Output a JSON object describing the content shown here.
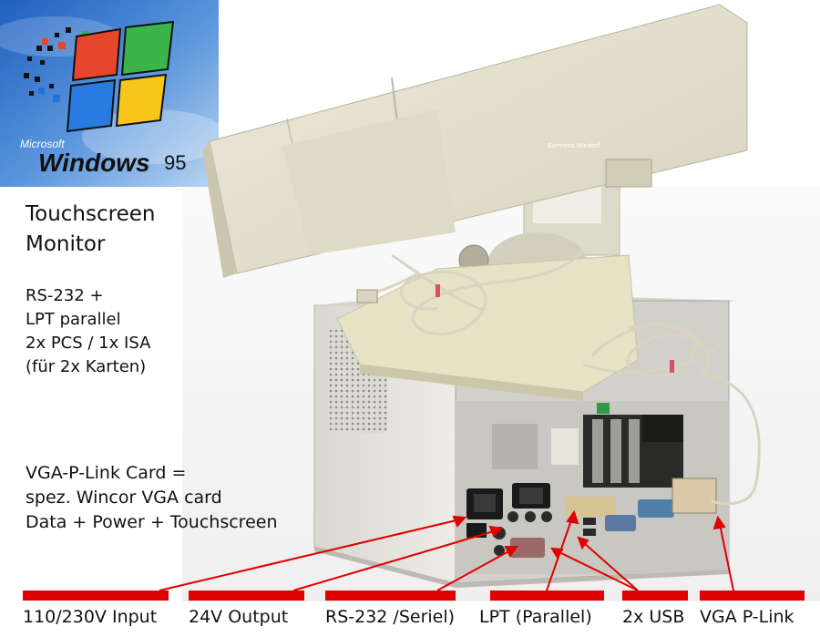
{
  "logo": {
    "brand": "Microsoft",
    "product": "Windows",
    "version": "95"
  },
  "monitor_badge": "Siemens Nixdorf",
  "heading": {
    "line1": "Touchscreen",
    "line2": "Monitor"
  },
  "features": [
    "RS-232 +",
    "LPT parallel",
    "2x PCS / 1x ISA",
    "(für 2x Karten)"
  ],
  "vga_card": [
    "VGA-P-Link Card =",
    "spez. Wincor VGA card",
    "Data + Power + Touchscreen"
  ],
  "port_labels": [
    "110/230V Input",
    "24V Output",
    "RS-232 /Seriel)",
    "LPT (Parallel)",
    "2x USB",
    "VGA P-Link"
  ],
  "colors": {
    "annotation": "#e00000",
    "case": "#e4e1d8",
    "monitor": "#e6e2d2",
    "logo_bg": "#2f73c8"
  }
}
